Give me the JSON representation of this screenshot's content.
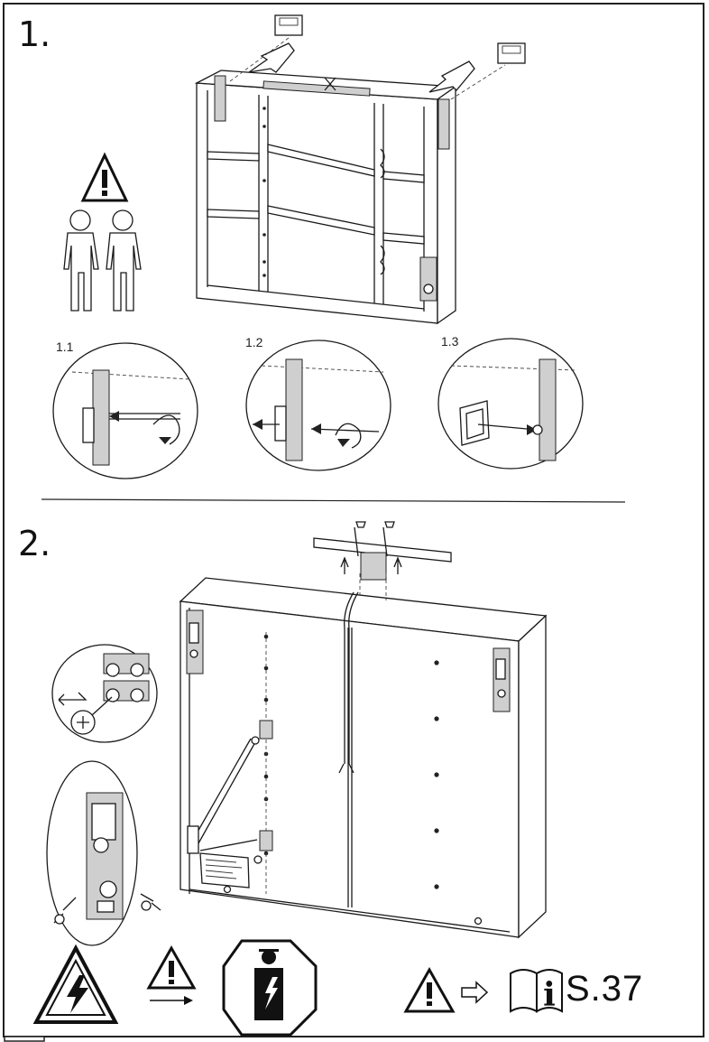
{
  "steps": {
    "step1": "1.",
    "step2": "2."
  },
  "substeps": {
    "s1_1": "1.1",
    "s1_2": "1.2",
    "s1_3": "1.3"
  },
  "footer": {
    "page_reference": "S.37"
  },
  "icons": {
    "warning": "warning-triangle-icon",
    "two_persons": "two-person-icon",
    "electric_hazard": "electric-hazard-icon",
    "electrician": "qualified-electrician-icon",
    "info_manual": "info-manual-icon",
    "arrow_right": "hollow-arrow-right-icon"
  }
}
